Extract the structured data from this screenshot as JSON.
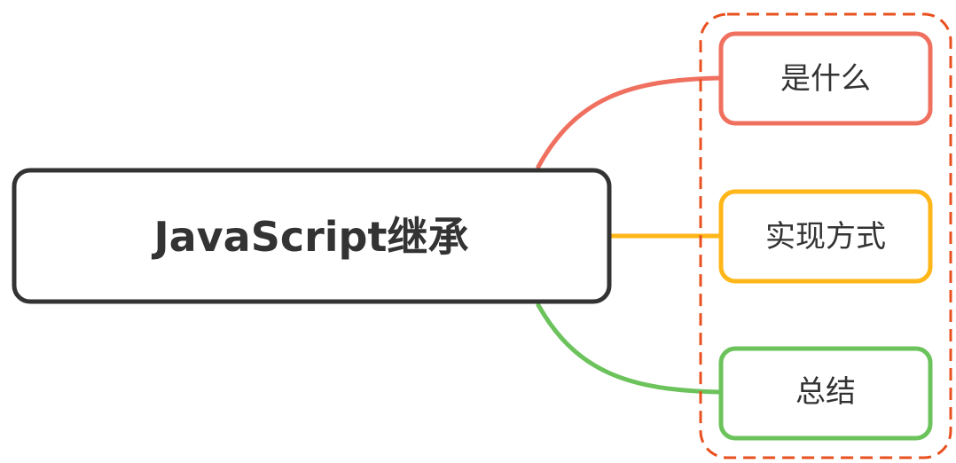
{
  "root": {
    "label": "JavaScript继承",
    "border_color": "#333333"
  },
  "group": {
    "border_color": "#e8501f"
  },
  "children": [
    {
      "label": "是什么",
      "color": "#f07060"
    },
    {
      "label": "实现方式",
      "color": "#ffb619"
    },
    {
      "label": "总结",
      "color": "#6cc35c"
    }
  ]
}
